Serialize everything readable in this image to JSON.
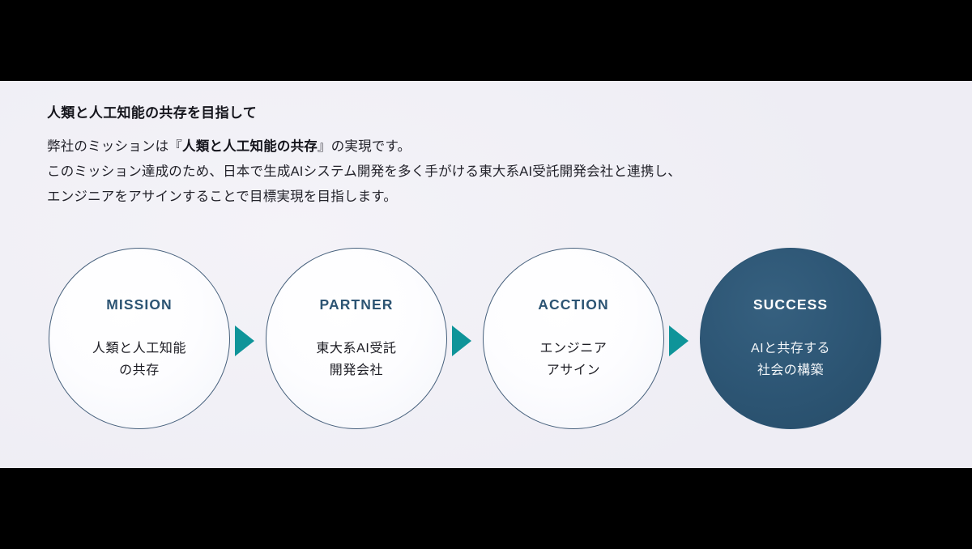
{
  "slide": {
    "headline": "人類と人工知能の共存を目指して",
    "body": {
      "line1_pre": "弊社のミッションは『",
      "line1_strong": "人類と人工知能の共存",
      "line1_post": "』の実現です。",
      "line2": "このミッション達成のため、日本で生成AIシステム開発を多く手がける東大系AI受託開発会社と連携し、",
      "line3": "エンジニアをアサインすることで目標実現を目指します。"
    },
    "flow": {
      "steps": [
        {
          "kicker": "MISSION",
          "body_line1": "人類と人工知能",
          "body_line2": "の共存",
          "style": "light"
        },
        {
          "kicker": "PARTNER",
          "body_line1": "東大系AI受託",
          "body_line2": "開発会社",
          "style": "light"
        },
        {
          "kicker": "ACCTION",
          "body_line1": "エンジニア",
          "body_line2": "アサイン",
          "style": "light"
        },
        {
          "kicker": "SUCCESS",
          "body_line1": "AIと共存する",
          "body_line2": "社会の構築",
          "style": "dark"
        }
      ],
      "connector_icon": "right-triangle-arrow-icon",
      "connector_count": 3
    },
    "colors": {
      "background": "#f1f0f6",
      "accent_teal": "#0f9499",
      "accent_navy": "#2c5473",
      "circle_border": "#46607c",
      "text_dark": "#15151c",
      "letterbox": "#000000"
    }
  }
}
